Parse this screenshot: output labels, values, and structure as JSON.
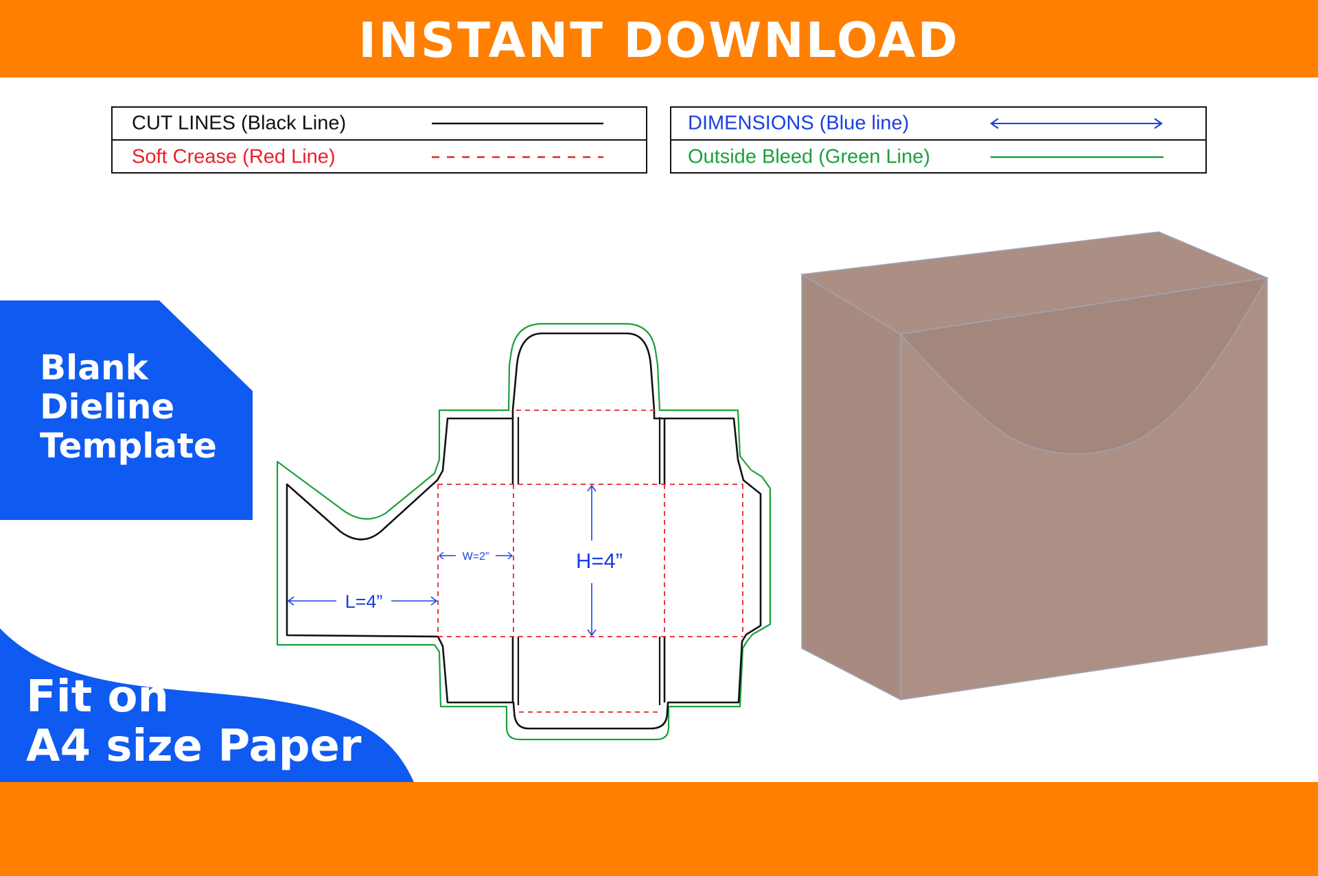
{
  "header": {
    "title": "INSTANT DOWNLOAD"
  },
  "legend": {
    "cut_lines": "CUT LINES (Black Line)",
    "soft_crease": "Soft Crease (Red Line)",
    "dimensions": "DIMENSIONS (Blue line)",
    "outside_bleed": "Outside Bleed (Green Line)"
  },
  "badges": {
    "blank_line1": "Blank",
    "blank_line2": "Dieline",
    "blank_line3": "Template",
    "fit_line1": "Fit on",
    "fit_line2": "A4 size Paper"
  },
  "dieline": {
    "length_label": "L=4”",
    "width_label": "W=2”",
    "height_label": "H=4”"
  },
  "colors": {
    "banner_orange": "#FF7F00",
    "badge_blue": "#0F5AF0",
    "cut_black": "#111111",
    "crease_red": "#E8202A",
    "dimension_blue": "#1A3FE0",
    "bleed_green": "#1AA03A",
    "box_kraft": "#AD8F84",
    "box_top": "#B29489",
    "box_front": "#A68A7E"
  },
  "icons": {
    "dimension_arrow": "double-arrow-icon"
  }
}
